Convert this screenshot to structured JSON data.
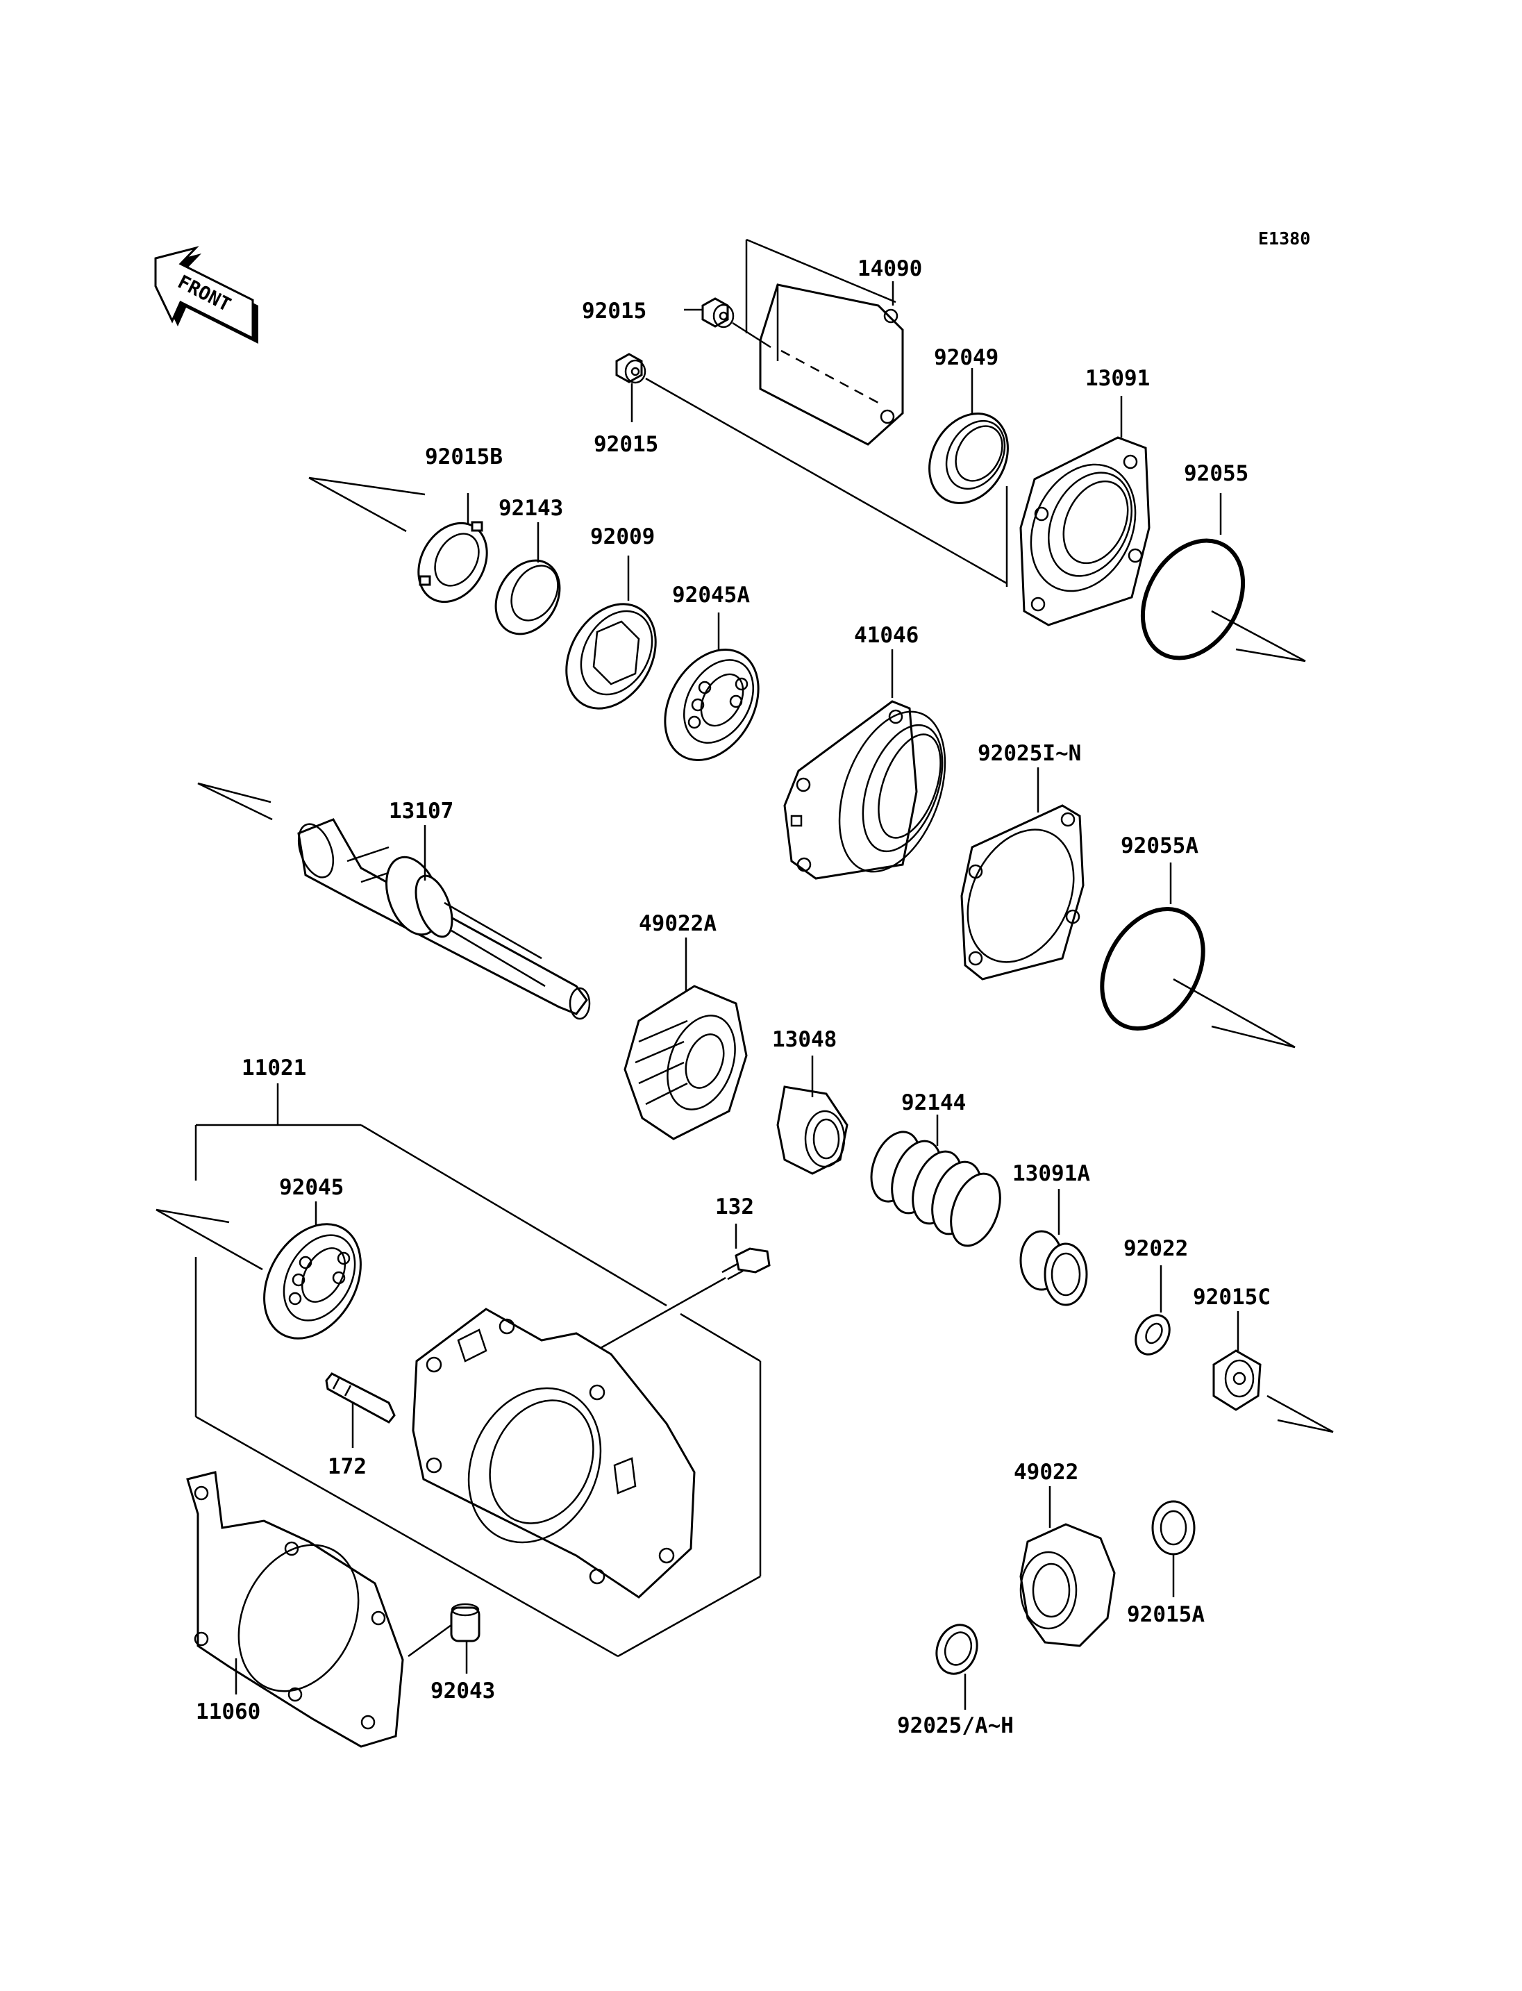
{
  "diagram_ref": "E1380",
  "front_label": "FRONT",
  "parts": {
    "p14090": "14090",
    "p92015_top": "92015",
    "p92015_mid": "92015",
    "p92049": "92049",
    "p13091": "13091",
    "p92015B": "92015B",
    "p92143": "92143",
    "p92009": "92009",
    "p92045A": "92045A",
    "p92055": "92055",
    "p41046": "41046",
    "p92025IN": "92025I~N",
    "p13107": "13107",
    "p92055A": "92055A",
    "p49022A": "49022A",
    "p13048": "13048",
    "p11021": "11021",
    "p92144": "92144",
    "p13091A": "13091A",
    "p92045": "92045",
    "p132": "132",
    "p92022": "92022",
    "p92015C": "92015C",
    "p172": "172",
    "p49022": "49022",
    "p92015A": "92015A",
    "p11060": "11060",
    "p92043": "92043",
    "p92025AH": "92025/A~H"
  }
}
